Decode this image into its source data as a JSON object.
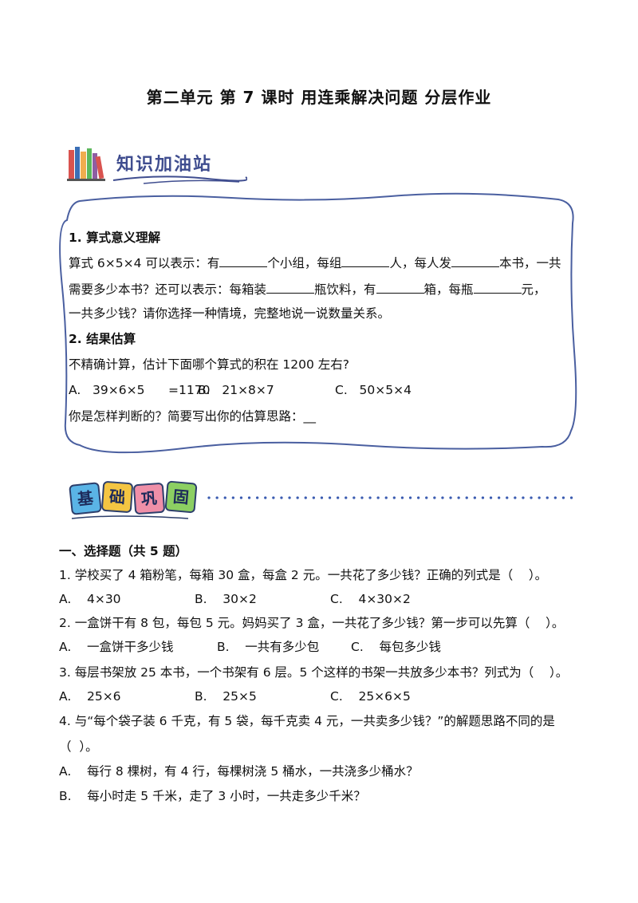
{
  "title": "第二单元  第 7 课时  用连乘解决问题    分层作业",
  "banner1": "知识加油站",
  "box": {
    "h1": "1. 算式意义理解",
    "l1a": "算式 6×5×4 可以表示：有",
    "l1b": "个小组，每组",
    "l1c": "人，每人发",
    "l1d": "本书，一共",
    "l2a": "需要多少本书？还可以表示：每箱装",
    "l2b": "瓶饮料，有",
    "l2c": "箱，每瓶",
    "l2d": "元，",
    "l3": "一共多少钱？请你选择一种情境，完整地说一说数量关系。",
    "h2": "2. 结果估算",
    "l4": "不精确计算，估计下面哪个算式的积在 1200 左右?",
    "optA": "A.   39×6×5      =1170",
    "optB": "B.   21×8×7",
    "optC": "C.   50×5×4",
    "l5": "你是怎样判断的？简要写出你的估算思路：__"
  },
  "banner2": [
    "基",
    "础",
    "巩",
    "固"
  ],
  "section": "一、选择题（共 5 题）",
  "questions": {
    "q1": "1. 学校买了 4 箱粉笔，每箱 30 盒，每盒 2 元。一共花了多少钱？正确的列式是（    ）。",
    "q1a": "A.    4×30",
    "q1b": "B.    30×2",
    "q1c": "C.    4×30×2",
    "q2": "2. 一盒饼干有 8 包，每包 5 元。妈妈买了 3 盒，一共花了多少钱？第一步可以先算（    ）。",
    "q2a": "A.    一盒饼干多少钱",
    "q2b": "B.    一共有多少包",
    "q2c": "C.    每包多少钱",
    "q3": "3. 每层书架放 25 本书，一个书架有 6 层。5 个这样的书架一共放多少本书？列式为（    ）。",
    "q3a": "A.    25×6",
    "q3b": "B.    25×5",
    "q3c": "C.    25×6×5",
    "q4": "4. 与“每个袋子装 6 千克，有 5 袋，每千克卖 4 元，一共卖多少钱？”的解题思路不同的是",
    "q4b": "（  ）。",
    "q4A": "A.    每行 8 棵树，有 4 行，每棵树浇 5 桶水，一共浇多少桶水？",
    "q4B": "B.    每小时走 5 千米，走了 3 小时，一共走多少千米？"
  },
  "colors": {
    "frame": "#4a5fa0",
    "dots": "#3a5bb0",
    "tile1": "#5ab4e6",
    "tile2": "#f4c542",
    "tile3": "#ef8fa8",
    "tile4": "#8ccf62"
  }
}
